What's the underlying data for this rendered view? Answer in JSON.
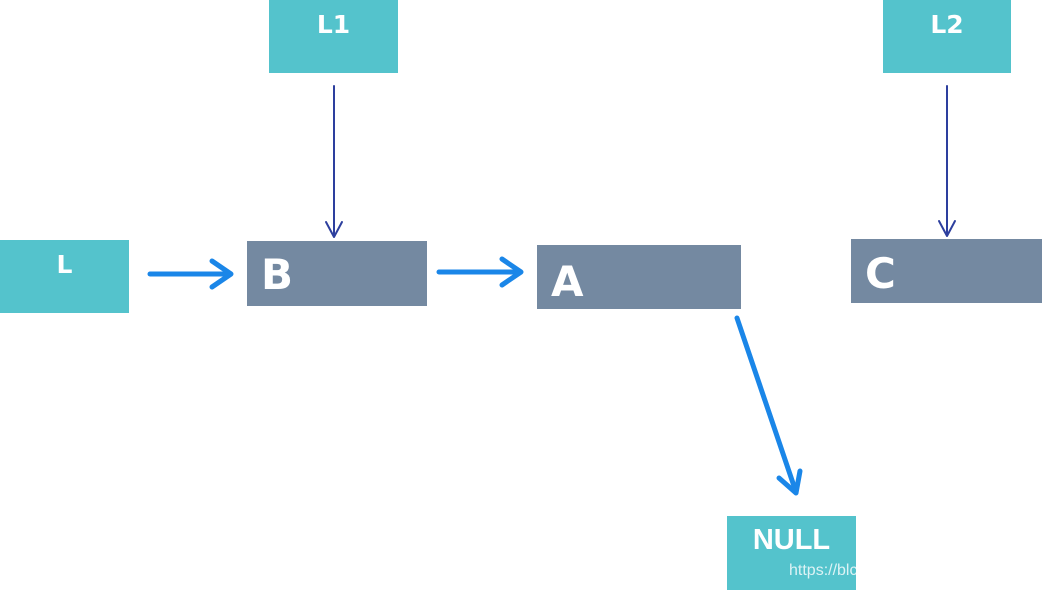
{
  "labels": {
    "l1": "L1",
    "l2": "L2",
    "l": "L",
    "null": "NULL",
    "watermark": "https://blc"
  },
  "nodes": {
    "b": "B",
    "a": "A",
    "c": "C"
  },
  "colors": {
    "pointer_box": "#54c3cc",
    "node_box": "#7489a1",
    "link_arrow": "#1a86e8",
    "pointer_arrow": "#2d3f9e"
  }
}
